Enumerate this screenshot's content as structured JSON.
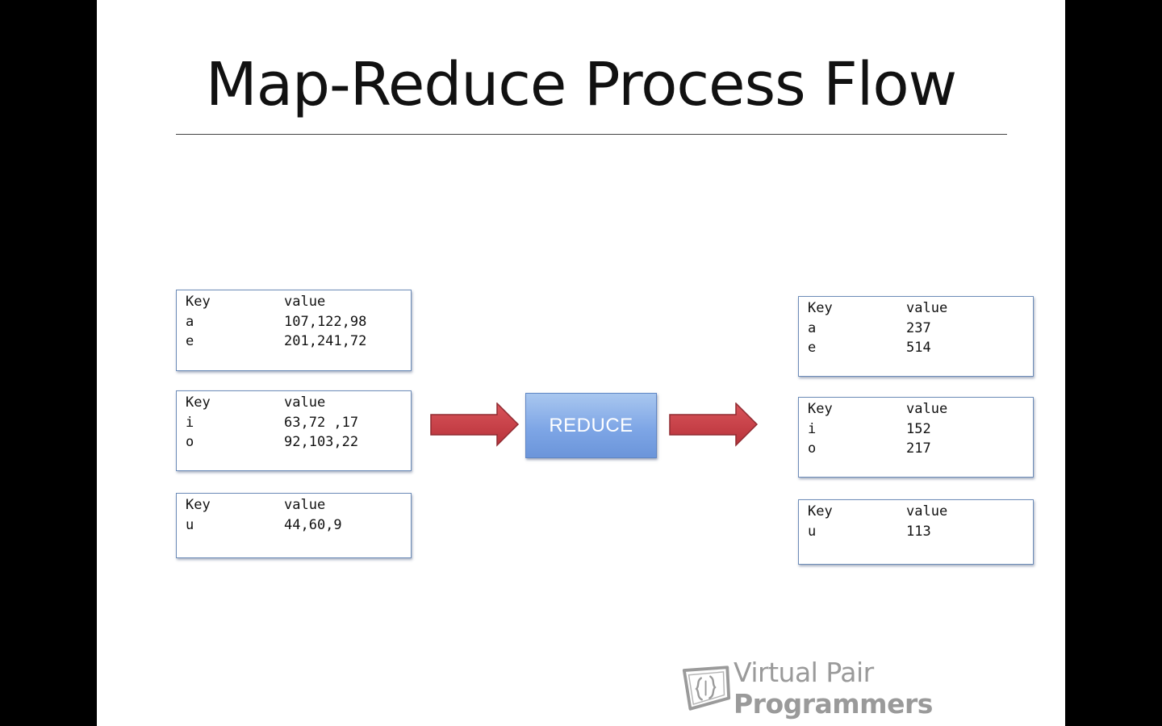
{
  "slide": {
    "title": "Map-Reduce Process Flow"
  },
  "input_groups": [
    {
      "header": {
        "key": "Key",
        "value": "value"
      },
      "rows": [
        {
          "key": "a",
          "value": "107,122,98"
        },
        {
          "key": "e",
          "value": "201,241,72"
        }
      ]
    },
    {
      "header": {
        "key": "Key",
        "value": "value"
      },
      "rows": [
        {
          "key": "i",
          "value": "63,72 ,17"
        },
        {
          "key": "o",
          "value": "92,103,22"
        }
      ]
    },
    {
      "header": {
        "key": "Key",
        "value": "value"
      },
      "rows": [
        {
          "key": "u",
          "value": "44,60,9"
        }
      ]
    }
  ],
  "reduce": {
    "label": "REDUCE",
    "color": "#7ea6e6"
  },
  "arrows": {
    "color": "#c0393f",
    "icon": "right-arrow-icon"
  },
  "output_groups": [
    {
      "header": {
        "key": "Key",
        "value": "value"
      },
      "rows": [
        {
          "key": "a",
          "value": "237"
        },
        {
          "key": "e",
          "value": "514"
        }
      ]
    },
    {
      "header": {
        "key": "Key",
        "value": "value"
      },
      "rows": [
        {
          "key": "i",
          "value": "152"
        },
        {
          "key": "o",
          "value": "217"
        }
      ]
    },
    {
      "header": {
        "key": "Key",
        "value": "value"
      },
      "rows": [
        {
          "key": "u",
          "value": "113"
        }
      ]
    }
  ],
  "branding": {
    "icon": "virtual-pair-programmers-logo-icon",
    "text_light": "Virtual Pair ",
    "text_bold": "Programmers"
  }
}
